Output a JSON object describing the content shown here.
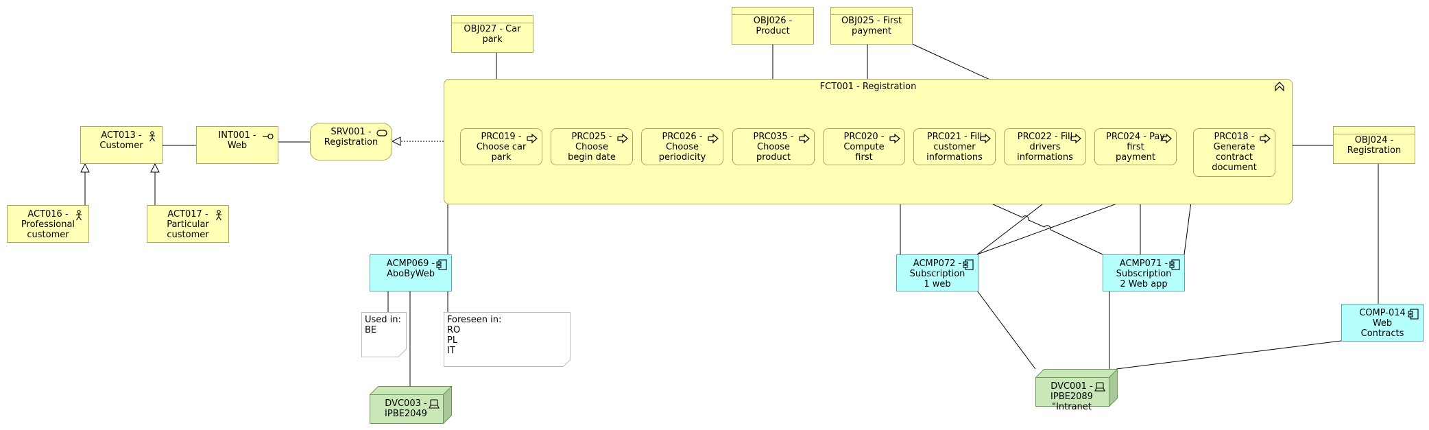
{
  "group": {
    "label": "FCT001 - Registration",
    "collapse_icon": "caret-up-icon"
  },
  "actors": [
    {
      "id": "act013",
      "label": "ACT013 -\nCustomer"
    },
    {
      "id": "act016",
      "label": "ACT016 -\nProfessional\ncustomer"
    },
    {
      "id": "act017",
      "label": "ACT017 -\nParticular\ncustomer"
    }
  ],
  "interface": {
    "label": "INT001 -\nWeb"
  },
  "service": {
    "label": "SRV001 -\nRegistration"
  },
  "objects": [
    {
      "id": "obj027",
      "label": "OBJ027 - Car park"
    },
    {
      "id": "obj026",
      "label": "OBJ026 - Product"
    },
    {
      "id": "obj025",
      "label": "OBJ025 - First\npayment"
    },
    {
      "id": "obj024",
      "label": "OBJ024 -\nRegistration"
    }
  ],
  "processes": [
    {
      "id": "prc019",
      "label": "PRC019 -\nChoose car\npark"
    },
    {
      "id": "prc025",
      "label": "PRC025 -\nChoose\nbegin date"
    },
    {
      "id": "prc026",
      "label": "PRC026 -\nChoose\nperiodicity"
    },
    {
      "id": "prc035",
      "label": "PRC035 -\nChoose\nproduct"
    },
    {
      "id": "prc020",
      "label": "PRC020 -\nCompute\nfirst"
    },
    {
      "id": "prc021",
      "label": "PRC021 - Fill\ncustomer\ninformations"
    },
    {
      "id": "prc022",
      "label": "PRC022 - Fill\ndrivers\ninformations"
    },
    {
      "id": "prc024",
      "label": "PRC024 - Pay\nfirst\npayment"
    },
    {
      "id": "prc018",
      "label": "PRC018 -\nGenerate\ncontract\ndocument"
    }
  ],
  "components": [
    {
      "id": "acmp069",
      "label": "ACMP069 -\nAboByWeb"
    },
    {
      "id": "acmp072",
      "label": "ACMP072 -\nSubscription\n1 web"
    },
    {
      "id": "acmp071",
      "label": "ACMP071 -\nSubscription\n2 Web app"
    },
    {
      "id": "comp014",
      "label": "COMP-014\nWeb\nContracts"
    }
  ],
  "devices": [
    {
      "id": "dvc003",
      "label": "DVC003 -\nIPBE2049"
    },
    {
      "id": "dvc001",
      "label": "DVC001 -\nIPBE2089\n\"Intranet"
    }
  ],
  "notes": [
    {
      "id": "used",
      "text": "Used in:\nBE"
    },
    {
      "id": "foreseen",
      "text": "Foreseen in:\nRO\nPL\nIT"
    }
  ],
  "colors": {
    "business": "#ffffb5",
    "application": "#b5ffff",
    "technology": "#c9e7b7",
    "line": "#000000"
  }
}
